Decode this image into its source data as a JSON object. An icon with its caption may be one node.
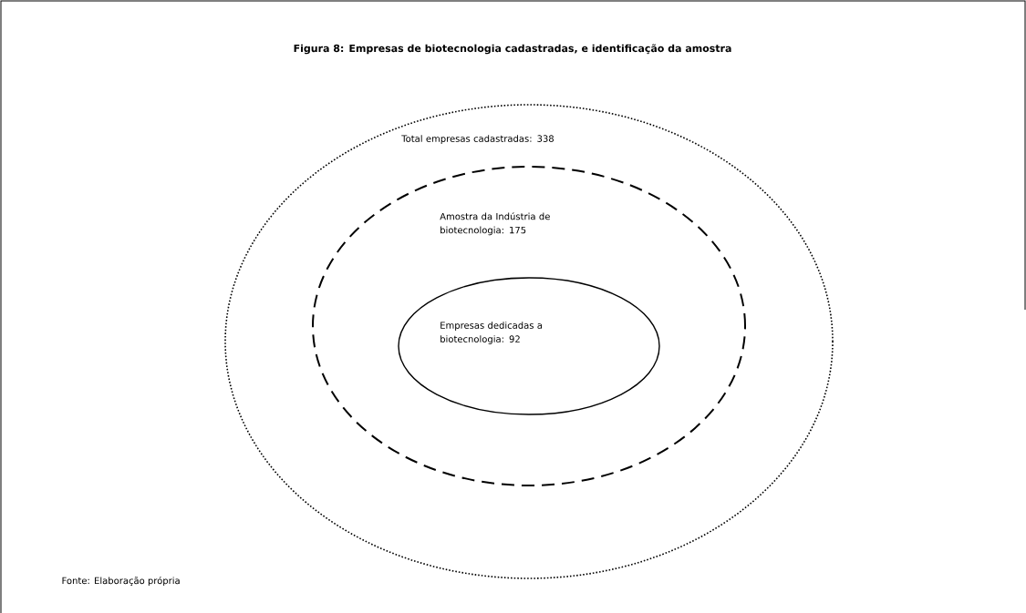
{
  "diagram": {
    "title": "Figura 8: Empresas de biotecnologia cadastradas, e identificação da amostra",
    "caption": "Fonte: Elaboração própria",
    "nodes": [
      {
        "text": [
          "Total empresas cadastradas: 338"
        ]
      },
      {
        "text": [
          "Amostra da Indústria de biotecnologia: 175"
        ],
        "in": 0
      },
      {
        "text": [
          "Empresas dedicadas a biotecnologia: 92"
        ],
        "in": 1
      }
    ]
  }
}
